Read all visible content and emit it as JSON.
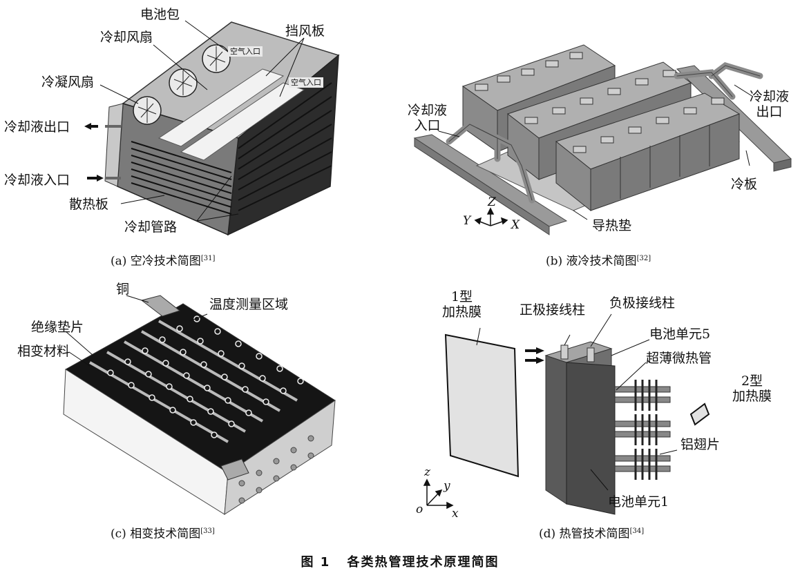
{
  "panels": {
    "a": {
      "caption": "(a) 空冷技术简图",
      "ref": "[31]",
      "labels": {
        "battery_pack": "电池包",
        "cooling_fan": "冷却风扇",
        "baffle": "挡风板",
        "air_inlet_1": "空气入口",
        "air_inlet_2": "空气入口",
        "condenser_fan": "冷凝风扇",
        "coolant_outlet": "冷却液出口",
        "coolant_inlet": "冷却液入口",
        "heat_sink": "散热板",
        "cooling_pipe": "冷却管路"
      }
    },
    "b": {
      "caption": "(b) 液冷技术简图",
      "ref": "[32]",
      "labels": {
        "coolant_inlet_l1": "冷却液",
        "coolant_inlet_l2": "入口",
        "coolant_outlet_l1": "冷却液",
        "coolant_outlet_l2": "出口",
        "cold_plate": "冷板",
        "thermal_pad": "导热垫",
        "axis_z": "Z",
        "axis_y": "Y",
        "axis_x": "X"
      }
    },
    "c": {
      "caption": "(c) 相变技术简图",
      "ref": "[33]",
      "labels": {
        "copper": "铜",
        "temp_zone": "温度测量区域",
        "insulation_pad": "绝缘垫片",
        "pcm": "相变材料"
      }
    },
    "d": {
      "caption": "(d) 热管技术简图",
      "ref": "[34]",
      "labels": {
        "film1_l1": "1型",
        "film1_l2": "加热膜",
        "pos_terminal": "正极接线柱",
        "neg_terminal": "负极接线柱",
        "cell5": "电池单元5",
        "heat_pipe": "超薄微热管",
        "film2_l1": "2型",
        "film2_l2": "加热膜",
        "fin": "铝翅片",
        "cell1": "电池单元1",
        "axis_z": "z",
        "axis_y": "y",
        "axis_x": "x",
        "axis_o": "o"
      }
    }
  },
  "figure_caption": {
    "number": "图 1",
    "title": "各类热管理技术原理简图"
  },
  "colors": {
    "battery_dark": "#6e6e6e",
    "battery_light": "#9a9a9a",
    "frame": "#444444",
    "pcm_black": "#151515"
  }
}
